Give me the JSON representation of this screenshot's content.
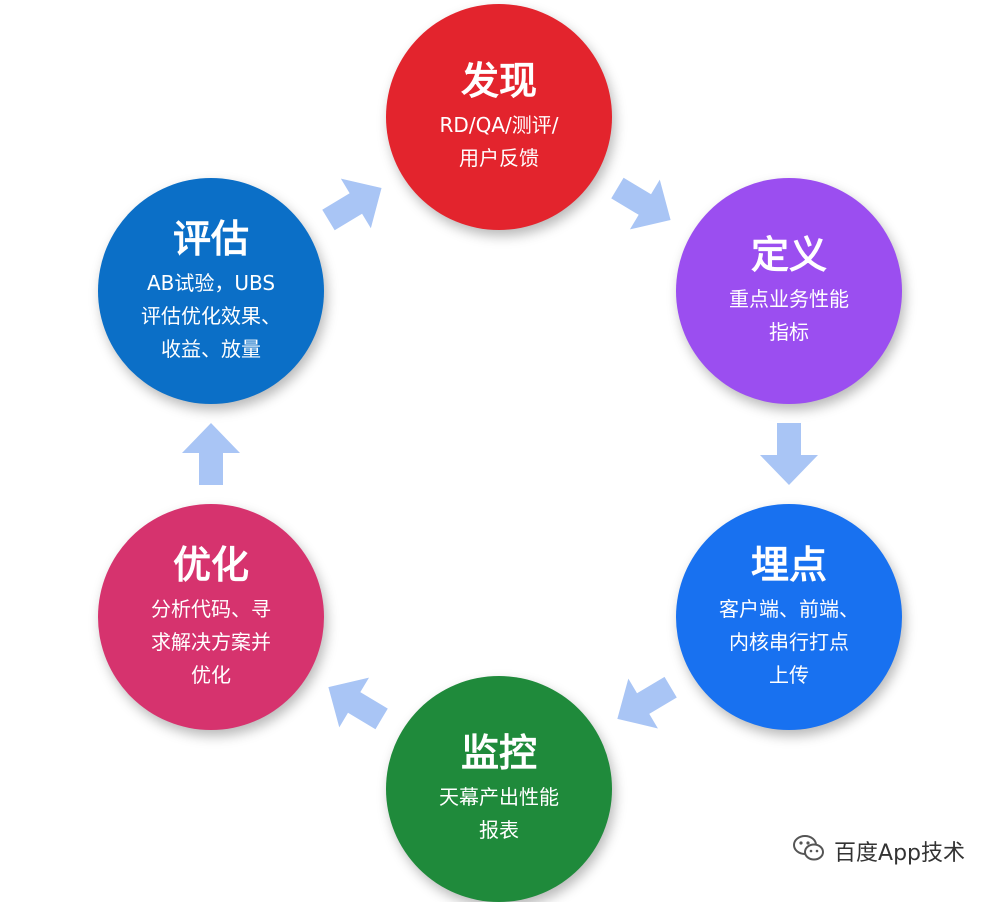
{
  "colors": {
    "arrow": "#a9c5f5",
    "discover": "#e3242d",
    "define": "#9b4ef0",
    "track": "#1871f0",
    "monitor": "#1f8a3b",
    "optimize": "#d6336e",
    "evaluate": "#0b6fc7"
  },
  "nodes": {
    "discover": {
      "title": "发现",
      "lines": [
        "RD/QA/测评/",
        "用户反馈"
      ]
    },
    "define": {
      "title": "定义",
      "lines": [
        "重点业务性能",
        "指标"
      ]
    },
    "track": {
      "title": "埋点",
      "lines": [
        "客户端、前端、",
        "内核串行打点",
        "上传"
      ]
    },
    "monitor": {
      "title": "监控",
      "lines": [
        "天幕产出性能",
        "报表"
      ]
    },
    "optimize": {
      "title": "优化",
      "lines": [
        "分析代码、寻",
        "求解决方案并",
        "优化"
      ]
    },
    "evaluate": {
      "title": "评估",
      "lines": [
        "AB试验，UBS",
        "评估优化效果、",
        "收益、放量"
      ]
    }
  },
  "arrows": [
    {
      "from": "evaluate",
      "to": "discover",
      "icon": "arrow-icon"
    },
    {
      "from": "discover",
      "to": "define",
      "icon": "arrow-icon"
    },
    {
      "from": "define",
      "to": "track",
      "icon": "arrow-icon"
    },
    {
      "from": "track",
      "to": "monitor",
      "icon": "arrow-icon"
    },
    {
      "from": "monitor",
      "to": "optimize",
      "icon": "arrow-icon"
    },
    {
      "from": "optimize",
      "to": "evaluate",
      "icon": "arrow-icon"
    }
  ],
  "watermark": {
    "icon": "wechat-icon",
    "text": "百度App技术"
  }
}
